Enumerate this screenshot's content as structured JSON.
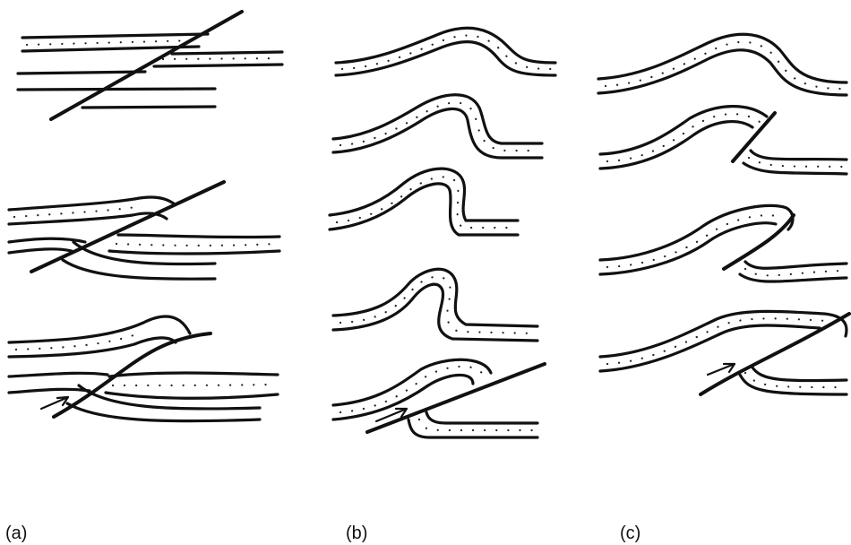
{
  "panels": [
    {
      "id": "a",
      "label": "(a)"
    },
    {
      "id": "b",
      "label": "(b)"
    },
    {
      "id": "c",
      "label": "(c)"
    }
  ],
  "colors": {
    "line": "#111111",
    "background": "#ffffff"
  }
}
